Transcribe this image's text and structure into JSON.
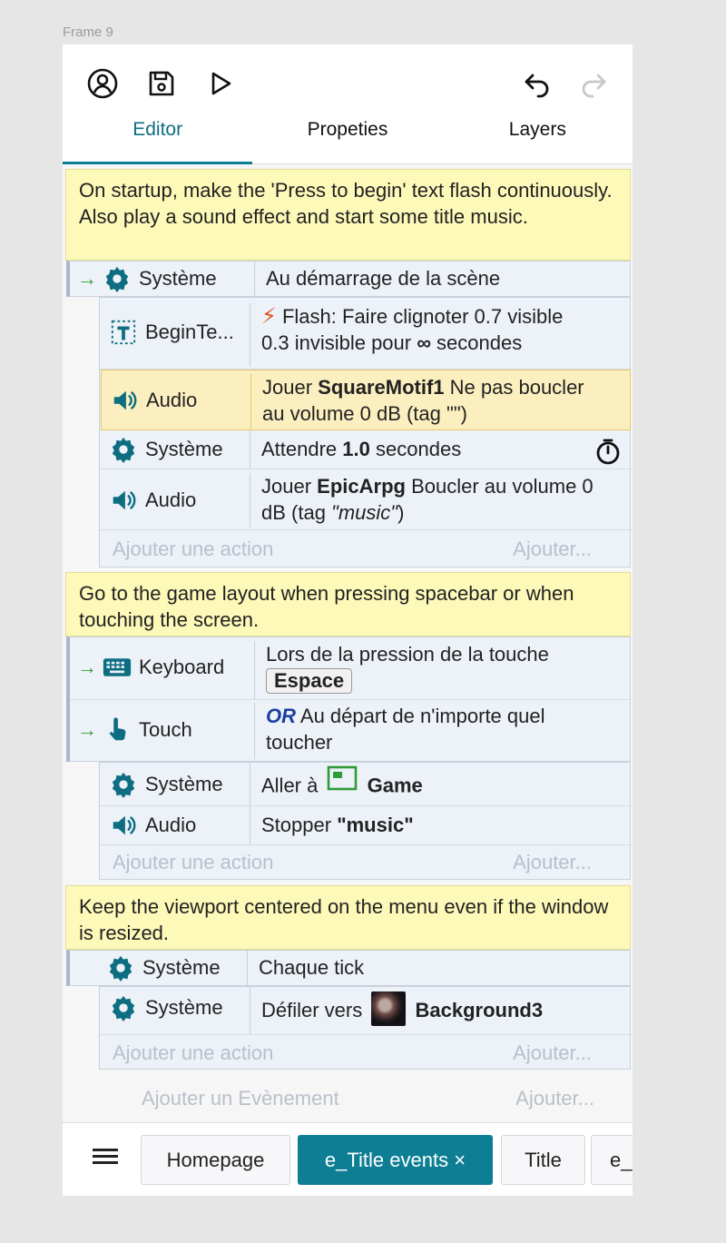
{
  "frame_label": "Frame 9",
  "tabs": [
    "Editor",
    "Propeties",
    "Layers"
  ],
  "events": [
    {
      "comment": "On startup, make the 'Press to begin' text flash continuously. Also play a sound effect and start some title music.",
      "conditions": [
        {
          "object": "Système",
          "desc": "Au démarrage de la scène"
        }
      ],
      "actions": [
        {
          "object": "BeginTe...",
          "desc_a": "Flash: Faire clignoter 0.7 visible",
          "desc_b": "0.3 invisible pour",
          "infinity": "∞",
          "desc_c": "secondes"
        },
        {
          "object": "Audio",
          "prefix": "Jouer",
          "bold": "SquareMotif1",
          "suffix": "Ne pas boucler",
          "line2": "au volume 0 dB (tag \"\")"
        },
        {
          "object": "Système",
          "prefix": "Attendre",
          "bold": "1.0",
          "suffix": "secondes"
        },
        {
          "object": "Audio",
          "prefix": "Jouer",
          "bold": "EpicArpg",
          "suffix": "Boucler au volume 0",
          "line2_a": "dB (tag ",
          "line2_i": "\"music\"",
          "line2_b": ")"
        }
      ],
      "add_action": "Ajouter une action",
      "add_more": "Ajouter..."
    },
    {
      "comment": "Go to the game layout when pressing spacebar or when touching the screen.",
      "conditions": [
        {
          "object": "Keyboard",
          "desc": "Lors de la pression de la touche",
          "key": "Espace"
        },
        {
          "object": "Touch",
          "or": "OR",
          "desc_a": "Au départ de n'importe quel",
          "desc_b": "toucher"
        }
      ],
      "actions": [
        {
          "object": "Système",
          "prefix": "Aller à",
          "bold": "Game"
        },
        {
          "object": "Audio",
          "prefix": "Stopper",
          "bold": "\"music\""
        }
      ],
      "add_action": "Ajouter une action",
      "add_more": "Ajouter..."
    },
    {
      "comment": "Keep the viewport centered on the menu even if the window is resized.",
      "conditions": [
        {
          "object": "Système",
          "desc": "Chaque tick"
        }
      ],
      "actions": [
        {
          "object": "Système",
          "prefix": "Défiler vers",
          "bold": "Background3"
        }
      ],
      "add_action": "Ajouter une action",
      "add_more": "Ajouter..."
    }
  ],
  "add_event": "Ajouter un Evènement",
  "add_event_more": "Ajouter...",
  "bottom_tabs": [
    "Homepage",
    "e_Title events",
    "Title",
    "e_"
  ],
  "close_glyph": "×",
  "colors": {
    "accent": "#0d7e94",
    "comment_bg": "#fdf9b9",
    "condition_arrow": "#2e9c3a"
  }
}
